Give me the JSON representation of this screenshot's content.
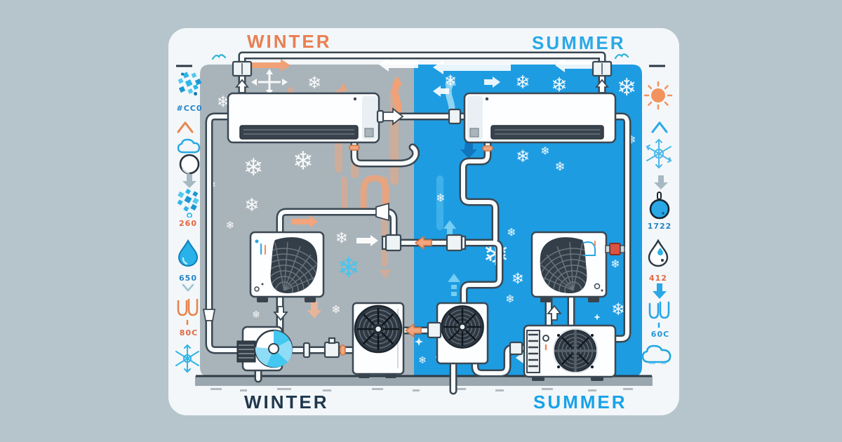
{
  "titles": {
    "winter_top": "WINTER",
    "summer_top": "SUMMER",
    "winter_bottom": "WINTER",
    "summer_bottom": "SUMMER"
  },
  "left_legend": {
    "items": [
      {
        "icon": "dash"
      },
      {
        "icon": "frost-burst",
        "label": "#CC0"
      },
      {
        "icon": "chevron-up"
      },
      {
        "icon": "cloud"
      },
      {
        "icon": "circle"
      },
      {
        "icon": "arrow-down"
      },
      {
        "icon": "frost-burst",
        "label": "260"
      },
      {
        "icon": "water-drop",
        "label": "650"
      },
      {
        "icon": "chevron-down"
      },
      {
        "icon": "heat-coil",
        "label": "80C"
      },
      {
        "icon": "snowflake"
      }
    ]
  },
  "right_legend": {
    "items": [
      {
        "icon": "dash"
      },
      {
        "icon": "sun"
      },
      {
        "icon": "chevron-up"
      },
      {
        "icon": "snowflake"
      },
      {
        "icon": "arrow-down"
      },
      {
        "icon": "thermometer-bulb",
        "label": "1722"
      },
      {
        "icon": "water-drop",
        "label": "412"
      },
      {
        "icon": "arrow-down"
      },
      {
        "icon": "heat-coil",
        "label": "60C"
      },
      {
        "icon": "cloud"
      }
    ]
  },
  "colors": {
    "background": "#b6c5cc",
    "card": "#f3f7f9",
    "winter_panel": "#a9b3ba",
    "summer_panel": "#1d9ce2",
    "winter_accent": "#e87f52",
    "summer_accent": "#29a7e4",
    "winter_title_bottom": "#20384e",
    "pipe_outline": "#3a4853",
    "snow": "#ffffff",
    "ice": "#45c5ee"
  }
}
